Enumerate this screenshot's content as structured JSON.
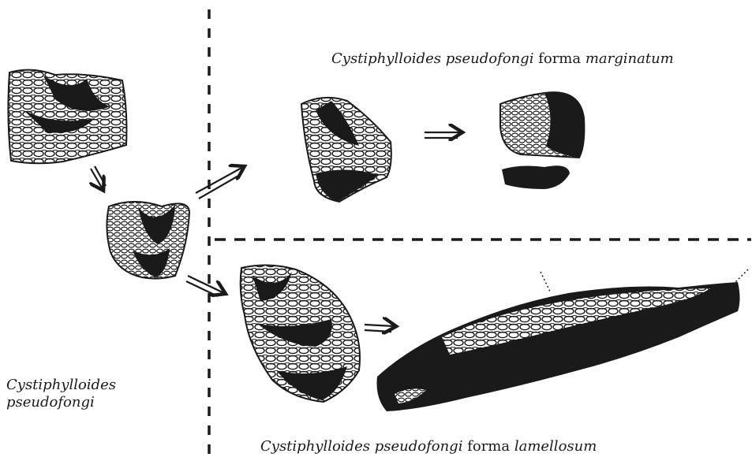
{
  "labels": {
    "marginatum": {
      "genus": "Cystiphylloides",
      "species": "pseudofongi",
      "forma_word": "forma",
      "forma_name": "marginatum"
    },
    "lamellosum": {
      "genus": "Cystiphylloides",
      "species": "pseudofongi",
      "forma_word": "forma",
      "forma_name": "lamellosum"
    },
    "base": {
      "genus": "Cystiphylloides",
      "species": "pseudofongi"
    }
  },
  "colors": {
    "ink": "#1a1a1a",
    "background": "#ffffff"
  }
}
